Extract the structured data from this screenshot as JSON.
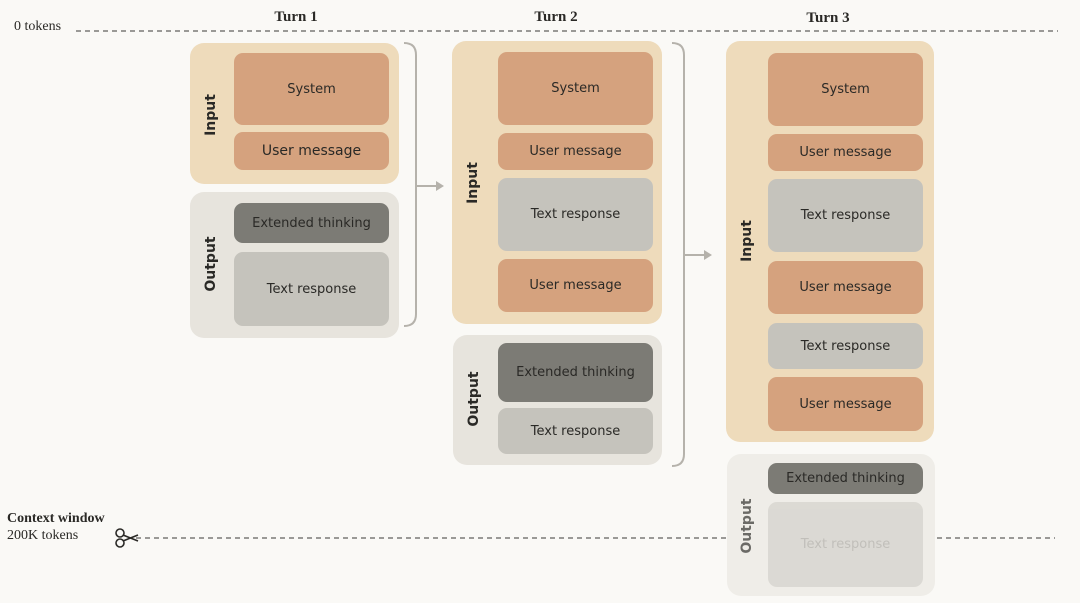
{
  "top_line": {
    "label": "0 tokens"
  },
  "context_window": {
    "title": "Context window",
    "subtitle": "200K tokens"
  },
  "turns": [
    {
      "title": "Turn 1"
    },
    {
      "title": "Turn 2"
    },
    {
      "title": "Turn 3"
    }
  ],
  "labels": {
    "input": "Input",
    "output": "Output"
  },
  "blocks": {
    "system": "System",
    "user_message": "User message",
    "text_response": "Text response",
    "extended_thinking": "Extended thinking"
  },
  "colors": {
    "input_bg": "#eedbbb",
    "output_bg": "#e7e4dd",
    "system_user": "#d5a27e",
    "text_response": "#c5c3bc",
    "extended_thinking": "#7c7b75"
  },
  "icons": {
    "context_cut": "scissors-icon"
  }
}
